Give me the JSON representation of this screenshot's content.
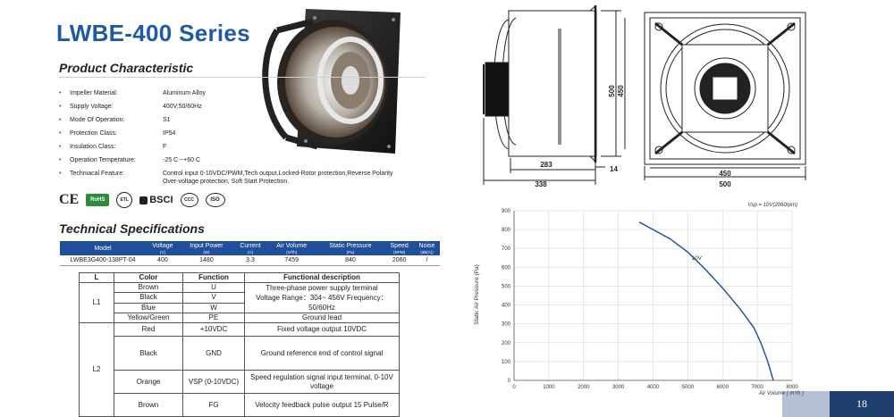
{
  "series_title": "LWBE-400 Series",
  "product_characteristic": {
    "title": "Product Characteristic",
    "items": [
      {
        "label": "Impeller Material:",
        "value": "Aluminum Alloy"
      },
      {
        "label": "Supply Voltage:",
        "value": "400V,50/60Hz"
      },
      {
        "label": "Mode Of Operation:",
        "value": "S1"
      },
      {
        "label": "Protection Class:",
        "value": "IP54"
      },
      {
        "label": "Insulation Class:",
        "value": "F"
      },
      {
        "label": "Operation Temperature:",
        "value": "-25 C ~+60 C"
      },
      {
        "label": "Techniacal Feature:",
        "value": "Control input 0-10VDC/PWM,Tech output,Locked-Rotor protection,Reverse Polarity",
        "value2": "Over-voltage protection,  Soft Start Protection."
      }
    ]
  },
  "certifications": [
    "CE",
    "RoHS",
    "ETL",
    "BSCI",
    "CCC",
    "ISO"
  ],
  "technical_specifications": {
    "title": "Technical Specifications",
    "headers": [
      {
        "name": "Model",
        "unit": ""
      },
      {
        "name": "Voltage",
        "unit": "(V)"
      },
      {
        "name": "Input Power",
        "unit": "(W)"
      },
      {
        "name": "Current",
        "unit": "(A)"
      },
      {
        "name": "Air Volume",
        "unit": "(m³/h)"
      },
      {
        "name": "Static Pressure",
        "unit": "(Pa)"
      },
      {
        "name": "Speed",
        "unit": "(RPM)"
      },
      {
        "name": "Noise",
        "unit": "(dB(A))"
      }
    ],
    "rows": [
      [
        "LWBE3G400-138PT-04",
        "400",
        "1480",
        "3.3",
        "7459",
        "840",
        "2060",
        "/"
      ]
    ]
  },
  "wiring": {
    "headers": [
      "L",
      "Color",
      "Function",
      "Functional description"
    ],
    "groups": [
      {
        "group": "L1",
        "rows": [
          {
            "color": "Brown",
            "function": "U",
            "desc": "Three-phase power supply terminal"
          },
          {
            "color": "Black",
            "function": "V",
            "desc": "Voltage Range：304~ 456V   Frequency："
          },
          {
            "color": "Blue",
            "function": "W",
            "desc": "50/60Hz"
          },
          {
            "color": "Yellow/Green",
            "function": "PE",
            "desc": "Ground lead"
          }
        ]
      },
      {
        "group": "L2",
        "rows": [
          {
            "color": "Red",
            "function": "+10VDC",
            "desc": "Fixed voltage output 10VDC"
          },
          {
            "color": "Black",
            "function": "GND",
            "desc": "Ground reference end of control signal"
          },
          {
            "color": "Orange",
            "function": "VSP (0-10VDC)",
            "desc": "Speed regulation signal input terminal, 0-10V voltage"
          },
          {
            "color": "Brown",
            "function": "FG",
            "desc": "Velocity feedback pulse output 15 Pulse/R"
          }
        ]
      }
    ]
  },
  "dimensions": {
    "side_labels": [
      "283",
      "14",
      "338",
      "500",
      "450"
    ],
    "front_labels": [
      "450",
      "500"
    ]
  },
  "chart_data": {
    "type": "line",
    "title": "Vsp = 10V(2060rpm)",
    "xlabel": "Air Volume ( m³/h )",
    "ylabel": "Static Air Pressure (Pa)",
    "xlim": [
      0,
      8000
    ],
    "ylim": [
      0,
      900
    ],
    "xticks": [
      "0",
      "1000",
      "2000",
      "3000",
      "4000",
      "5000",
      "6000",
      "7000",
      "8000"
    ],
    "yticks": [
      "0",
      "100",
      "200",
      "300",
      "400",
      "500",
      "600",
      "700",
      "800",
      "900"
    ],
    "series": [
      {
        "name": "10V",
        "x": [
          3600,
          4000,
          4500,
          5000,
          5500,
          6000,
          6500,
          6900,
          7100,
          7300,
          7459
        ],
        "y": [
          840,
          800,
          750,
          680,
          590,
          490,
          380,
          280,
          200,
          100,
          0
        ]
      }
    ],
    "grid": true
  },
  "page_number": "18",
  "colors": {
    "title_blue": "#1f5aa6",
    "header_blue": "#1f4e9a",
    "curve": "#1f4e9a",
    "page_badge": "#1e3e6e"
  }
}
